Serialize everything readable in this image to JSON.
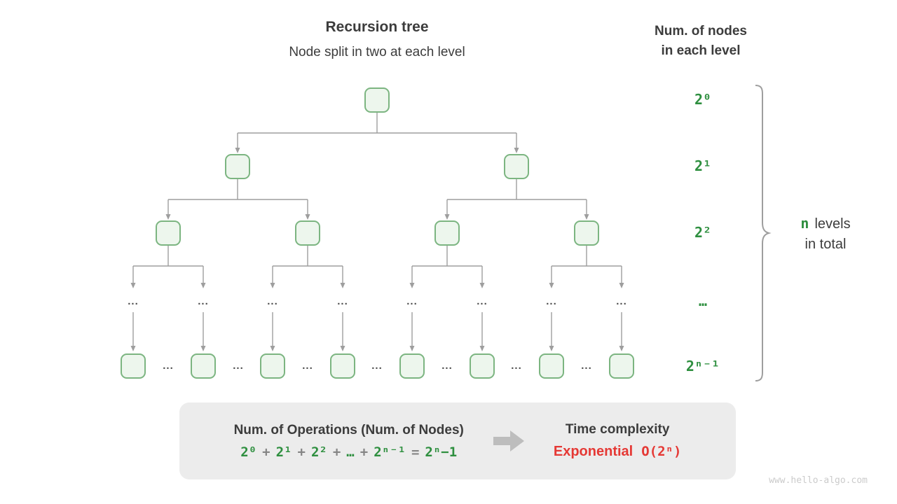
{
  "header": {
    "title": "Recursion tree",
    "subtitle": "Node split in two at each level",
    "right_title": "Num. of nodes\nin each level"
  },
  "tree": {
    "ellipsis": "..."
  },
  "levels": {
    "labels": [
      "2⁰",
      "2¹",
      "2²",
      "…",
      "2ⁿ⁻¹"
    ]
  },
  "brace": {
    "n": "n",
    "line1": "levels",
    "line2": "in total"
  },
  "summary": {
    "operations_title": "Num. of Operations (Num. of Nodes)",
    "formula": [
      {
        "t": "2⁰",
        "c": "green"
      },
      {
        "t": "+",
        "c": "gray"
      },
      {
        "t": "2¹",
        "c": "green"
      },
      {
        "t": "+",
        "c": "gray"
      },
      {
        "t": "2²",
        "c": "green"
      },
      {
        "t": "+",
        "c": "gray"
      },
      {
        "t": "…",
        "c": "green"
      },
      {
        "t": "+",
        "c": "gray"
      },
      {
        "t": "2ⁿ⁻¹",
        "c": "green"
      },
      {
        "t": "=",
        "c": "gray"
      },
      {
        "t": "2ⁿ−1",
        "c": "green"
      }
    ],
    "time_title": "Time complexity",
    "complexity_label": "Exponential",
    "complexity_value": "O(2ⁿ)"
  },
  "watermark": "www.hello-algo.com",
  "colors": {
    "green": "#2e8f3f",
    "red": "#e53935",
    "node_border": "#7cb581",
    "node_fill": "#edf6ed",
    "line": "#9e9e9e"
  }
}
